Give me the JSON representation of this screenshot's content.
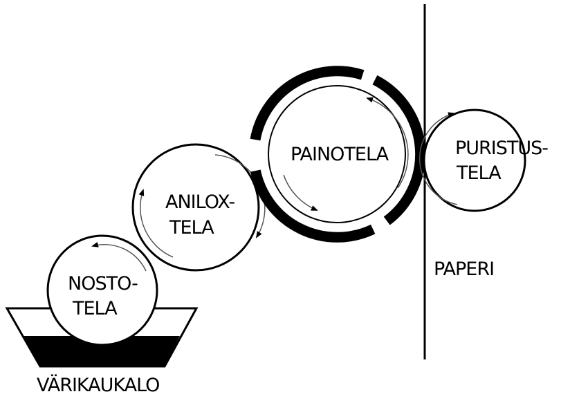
{
  "colors": {
    "ink": "#000000",
    "paper": "#ffffff",
    "arrow": "#555555"
  },
  "rollers": {
    "lifting": {
      "line1": "NOSTO-",
      "line2": "TELA"
    },
    "anilox": {
      "line1": "ANILOX-",
      "line2": "TELA"
    },
    "plate": {
      "label": "PAINOTELA"
    },
    "impression": {
      "line1": "PURISTUS-",
      "line2": "TELA"
    }
  },
  "labels": {
    "paper": "PAPERI",
    "ink_tray": "VÄRIKAUKALO"
  }
}
